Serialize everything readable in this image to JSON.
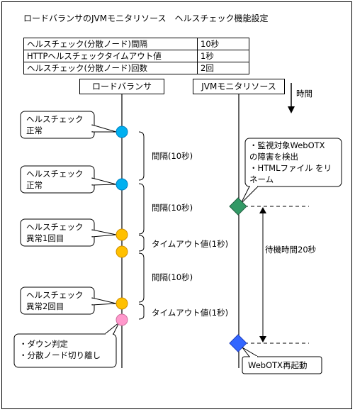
{
  "title": "ロードバランサのJVMモニタリソース　ヘルスチェック機能設定",
  "settings": [
    {
      "key": "ヘルスチェック(分散ノード)間隔",
      "value": "10秒"
    },
    {
      "key": "HTTPヘルスチェックタイムアウト値",
      "value": "1秒"
    },
    {
      "key": "ヘルスチェック(分散ノード)回数",
      "value": "2回"
    }
  ],
  "lanes": {
    "load_balancer": "ロードバランサ",
    "jvm_monitor": "JVMモニタリソース"
  },
  "time_label": "時間",
  "callouts": {
    "hc_ok_1": "ヘルスチェック\n正常",
    "hc_ok_2": "ヘルスチェック\n正常",
    "hc_err_1": "ヘルスチェック\n異常1回目",
    "hc_err_2": "ヘルスチェック\n異常2回目",
    "down": "・ダウン判定\n・分散ノード切り離し",
    "detect": "・監視対象WebOTX\nの障害を検出\n・HTMLファイル をリ\nネーム",
    "restart": "WebOTX再起動"
  },
  "intervals": {
    "interval_1": "間隔(10秒)",
    "interval_2": "間隔(10秒)",
    "timeout_1": "タイムアウト値(1秒)",
    "interval_3": "間隔(10秒)",
    "timeout_2": "タイムアウト値(1秒)",
    "wait": "待機時間20秒"
  },
  "colors": {
    "ok": "#00b0f0",
    "error": "#ffc000",
    "down": "#ff99cc",
    "detect": "#339966",
    "restart": "#3366ff"
  }
}
